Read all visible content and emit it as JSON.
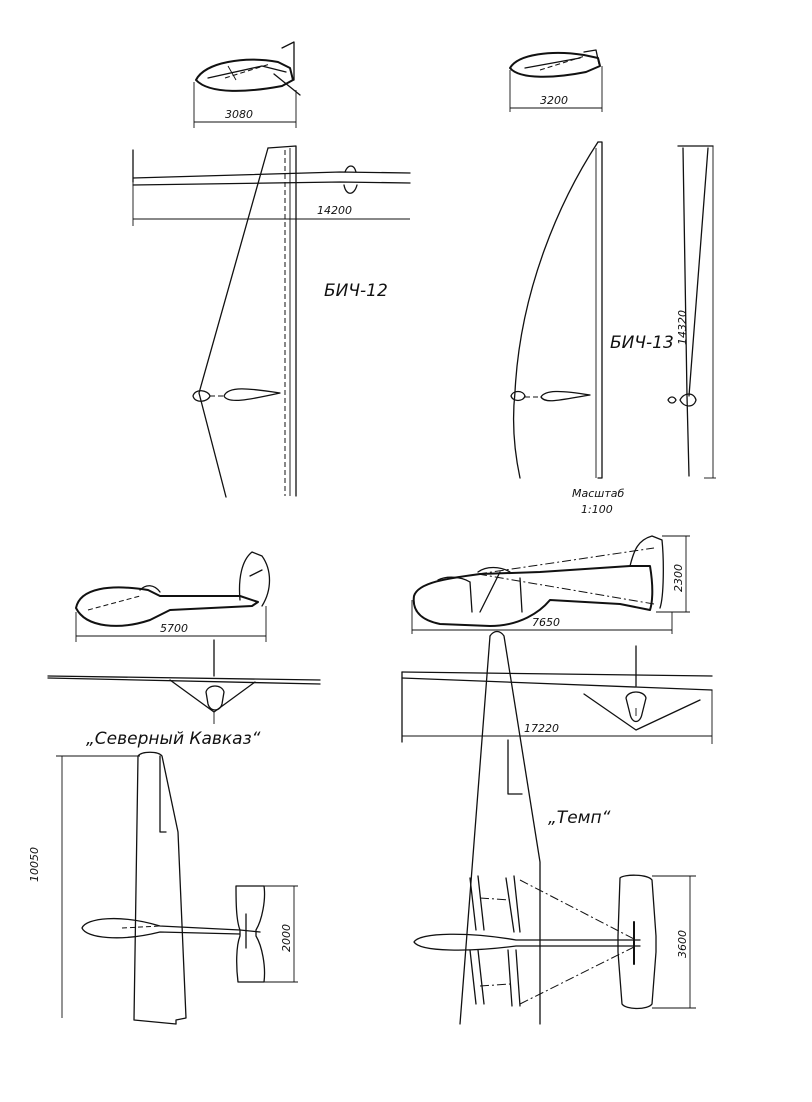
{
  "gliders": {
    "bich12": {
      "name": "БИЧ-12",
      "dim_front": "3080",
      "dim_span": "14200"
    },
    "bich13": {
      "name": "БИЧ-13",
      "dim_front": "3200",
      "dim_span": "14320"
    },
    "severny": {
      "name": "„Северный Кавказ“",
      "dim_length": "5700",
      "dim_span": "10050",
      "dim_tail": "2000"
    },
    "temp": {
      "name": "„Темп“",
      "dim_length": "7650",
      "dim_height": "2300",
      "dim_span": "17220",
      "dim_tail": "3600"
    }
  },
  "scale": {
    "title": "Масштаб",
    "value": "1:100"
  }
}
